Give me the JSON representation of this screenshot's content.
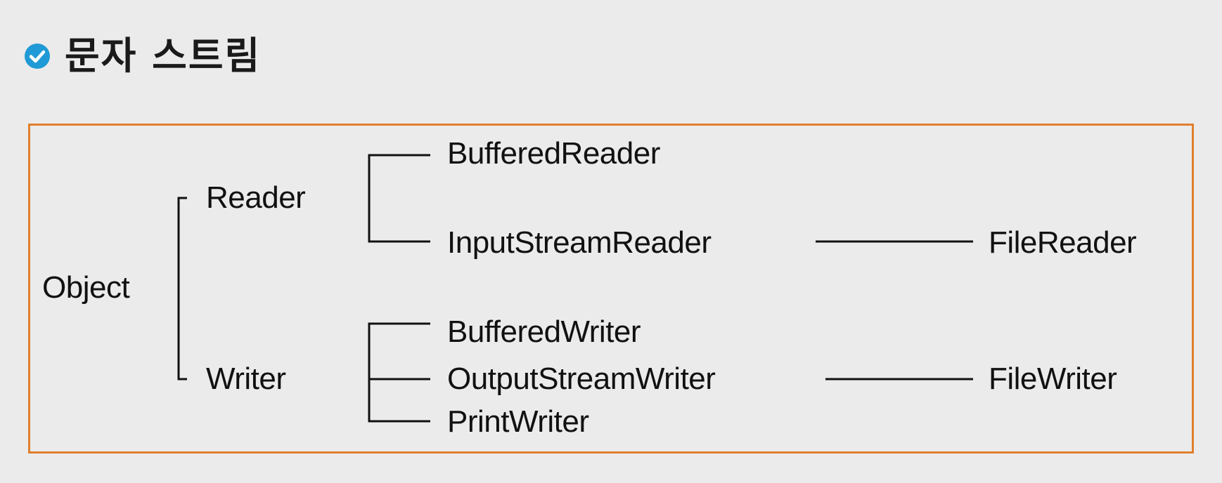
{
  "title": "문자 스트림",
  "colors": {
    "background": "#ebebeb",
    "frame": "#e07f2e",
    "check_icon": "#1f9ad6",
    "lines": "#111111"
  },
  "icons": {
    "title_marker": "check-circle-icon"
  },
  "hierarchy": {
    "root": "Object",
    "reader": {
      "label": "Reader",
      "children": [
        "BufferedReader",
        "InputStreamReader"
      ],
      "file_class": "FileReader"
    },
    "writer": {
      "label": "Writer",
      "children": [
        "BufferedWriter",
        "OutputStreamWriter",
        "PrintWriter"
      ],
      "file_class": "FileWriter"
    }
  }
}
